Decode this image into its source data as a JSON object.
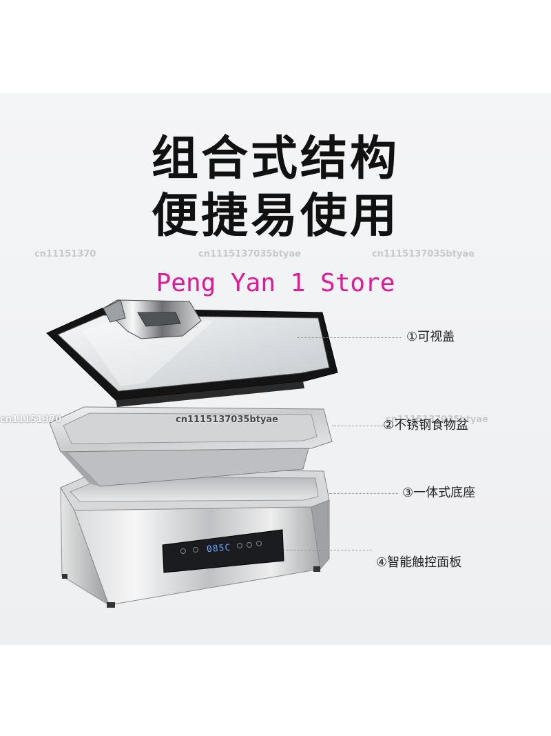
{
  "headline": {
    "line1": "组合式结构",
    "line2": "便捷易使用"
  },
  "store_name": "Peng Yan 1 Store",
  "watermark_text": "cn1115137035btyae",
  "watermark_text_partial": "cn11151370",
  "display_readout": "085C",
  "callouts": [
    {
      "label": "①可视盖"
    },
    {
      "label": "②不锈钢食物盆"
    },
    {
      "label": "③一体式底座"
    },
    {
      "label": "④智能触控面板"
    }
  ],
  "colors": {
    "store_name": "#e0189a",
    "headline": "#111111",
    "display": "#6fa8ff"
  }
}
